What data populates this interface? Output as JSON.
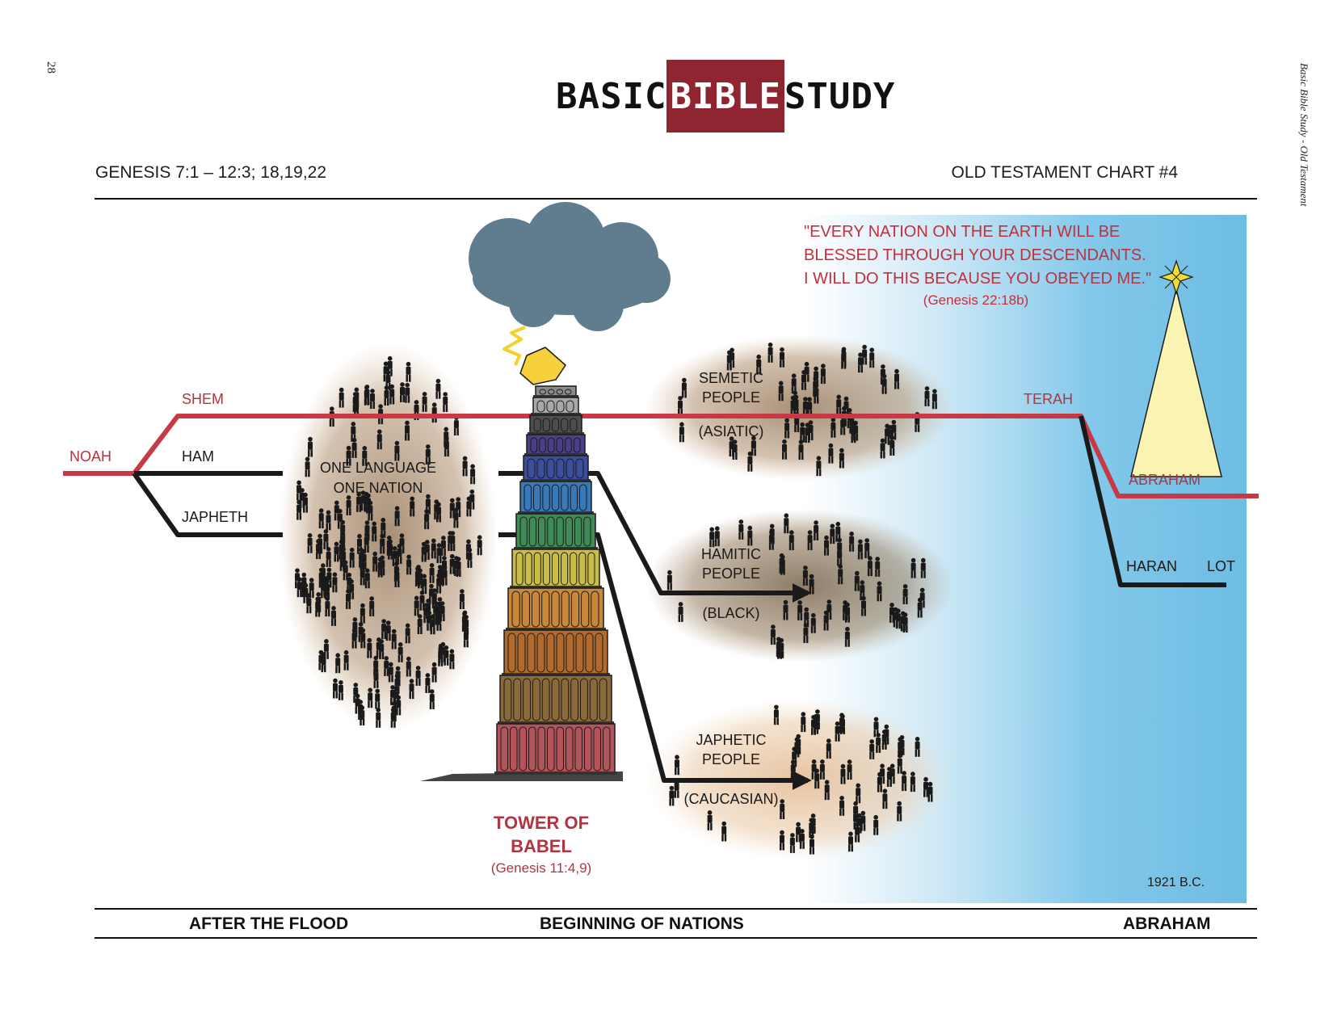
{
  "page_number": "28",
  "side_text": "Basic Bible Study - Old Testament",
  "logo": {
    "part1": "BASIC",
    "part2": "BIBLE",
    "part3": "STUDY",
    "brand_color": "#8e2530"
  },
  "header": {
    "left": "GENESIS 7:1 – 12:3; 18,19,22",
    "right": "OLD TESTAMENT CHART #4"
  },
  "lineage": {
    "noah": "NOAH",
    "shem": "SHEM",
    "ham": "HAM",
    "japheth": "JAPHETH",
    "terah": "TERAH",
    "abraham": "ABRAHAM",
    "haran": "HARAN",
    "lot": "LOT"
  },
  "crowd": {
    "line1": "ONE LANGUAGE",
    "line2": "ONE NATION"
  },
  "peoples": {
    "semetic": [
      "SEMETIC",
      "PEOPLE",
      "(ASIATIC)"
    ],
    "hamitic": [
      "HAMITIC",
      "PEOPLE",
      "(BLACK)"
    ],
    "japhetic": [
      "JAPHETIC",
      "PEOPLE",
      "(CAUCASIAN)"
    ]
  },
  "tower": {
    "title1": "TOWER OF",
    "title2": "BABEL",
    "ref": "(Genesis 11:4,9)"
  },
  "quote": {
    "line1": "\"EVERY NATION ON THE EARTH WILL BE",
    "line2": "BLESSED THROUGH YOUR DESCENDANTS.",
    "line3": "I WILL DO THIS BECAUSE YOU OBEYED ME.\"",
    "ref": "(Genesis 22:18b)"
  },
  "date": "1921 B.C.",
  "footer": {
    "left": "AFTER THE FLOOD",
    "center": "BEGINNING OF NATIONS",
    "right": "ABRAHAM"
  },
  "colors": {
    "line_red": "#c53a44",
    "line_black": "#1a1a1a",
    "sky": "#6dbde3",
    "quote_red": "#c0303d"
  }
}
